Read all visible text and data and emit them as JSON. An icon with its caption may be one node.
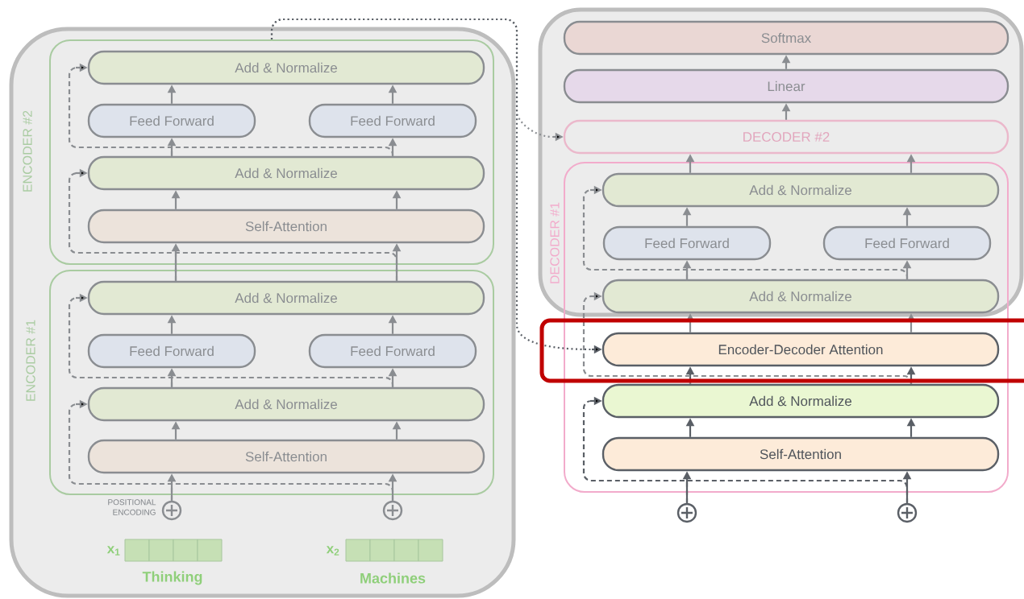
{
  "diagram": {
    "nodes": [
      {
        "text": [
          "ENCODER #2"
        ]
      },
      {
        "text": [
          "Add & Normalize"
        ],
        "in": 0
      },
      {
        "text": [
          "Feed Forward"
        ],
        "in": 0
      },
      {
        "text": [
          "Feed Forward"
        ],
        "in": 0
      },
      {
        "text": [
          "Add & Normalize"
        ],
        "in": 0
      },
      {
        "text": [
          "Self-Attention"
        ],
        "in": 0
      },
      {
        "text": [
          "ENCODER #1"
        ]
      },
      {
        "text": [
          "Add & Normalize"
        ],
        "in": 6
      },
      {
        "text": [
          "Feed Forward"
        ],
        "in": 6
      },
      {
        "text": [
          "Feed Forward"
        ],
        "in": 6
      },
      {
        "text": [
          "Add & Normalize"
        ],
        "in": 6
      },
      {
        "text": [
          "Self-Attention"
        ],
        "in": 6
      },
      {
        "text": [],
        "shape": "circle",
        "beside": [
          "POSITIONAL ENCODING"
        ]
      },
      {
        "text": [],
        "shape": "circle"
      },
      {
        "text": [
          "Softmax"
        ]
      },
      {
        "text": [
          "Linear"
        ]
      },
      {
        "text": [
          "DECODER #2"
        ]
      },
      {
        "text": [
          "DECODER #1"
        ]
      },
      {
        "text": [
          "Add & Normalize"
        ],
        "in": 17
      },
      {
        "text": [
          "Feed Forward"
        ],
        "in": 17
      },
      {
        "text": [
          "Feed Forward"
        ],
        "in": 17
      },
      {
        "text": [
          "Add & Normalize"
        ],
        "in": 17
      },
      {
        "text": [
          "Encoder-Decoder Attention"
        ],
        "in": 17
      },
      {
        "text": [
          "Add & Normalize"
        ],
        "in": 17
      },
      {
        "text": [
          "Self-Attention"
        ],
        "in": 17
      },
      {
        "text": [],
        "shape": "circle"
      },
      {
        "text": [],
        "shape": "circle"
      }
    ],
    "edges": [
      {
        "from": 12,
        "to": 11,
        "arrow": "to"
      },
      {
        "from": 13,
        "to": 11,
        "arrow": "to"
      },
      {
        "from": 11,
        "to": 10,
        "arrow": "to"
      },
      {
        "from": 11,
        "to": 10,
        "arrow": "to"
      },
      {
        "from": 10,
        "to": 8,
        "arrow": "to"
      },
      {
        "from": 10,
        "to": 9,
        "arrow": "to"
      },
      {
        "from": 8,
        "to": 7,
        "arrow": "to"
      },
      {
        "from": 9,
        "to": 7,
        "arrow": "to"
      },
      {
        "from": 7,
        "to": 5,
        "arrow": "to"
      },
      {
        "from": 7,
        "to": 5,
        "arrow": "to"
      },
      {
        "from": 5,
        "to": 4,
        "arrow": "to"
      },
      {
        "from": 5,
        "to": 4,
        "arrow": "to"
      },
      {
        "from": 4,
        "to": 2,
        "arrow": "to"
      },
      {
        "from": 4,
        "to": 3,
        "arrow": "to"
      },
      {
        "from": 2,
        "to": 1,
        "arrow": "to"
      },
      {
        "from": 3,
        "to": 1,
        "arrow": "to"
      },
      {
        "from": 25,
        "to": 24,
        "arrow": "to"
      },
      {
        "from": 26,
        "to": 24,
        "arrow": "to"
      },
      {
        "from": 24,
        "to": 23,
        "arrow": "to"
      },
      {
        "from": 24,
        "to": 23,
        "arrow": "to"
      },
      {
        "from": 23,
        "to": 22,
        "arrow": "to"
      },
      {
        "from": 23,
        "to": 22,
        "arrow": "to"
      },
      {
        "from": 22,
        "to": 21,
        "arrow": "to"
      },
      {
        "from": 22,
        "to": 21,
        "arrow": "to"
      },
      {
        "from": 21,
        "to": 19,
        "arrow": "to"
      },
      {
        "from": 21,
        "to": 20,
        "arrow": "to"
      },
      {
        "from": 19,
        "to": 18,
        "arrow": "to"
      },
      {
        "from": 20,
        "to": 18,
        "arrow": "to"
      },
      {
        "from": 18,
        "to": 16,
        "arrow": "to"
      },
      {
        "from": 18,
        "to": 16,
        "arrow": "to"
      },
      {
        "from": 16,
        "to": 15,
        "arrow": "to"
      },
      {
        "from": 15,
        "to": 14,
        "arrow": "to"
      },
      {
        "from": 12,
        "to": 10,
        "arrow": "to",
        "style": "dashed"
      },
      {
        "from": 13,
        "to": 10,
        "arrow": "to",
        "style": "dashed"
      },
      {
        "from": 10,
        "to": 7,
        "arrow": "to",
        "style": "dashed"
      },
      {
        "from": 7,
        "to": 4,
        "arrow": "to",
        "style": "dashed"
      },
      {
        "from": 4,
        "to": 1,
        "arrow": "to",
        "style": "dashed"
      },
      {
        "from": 25,
        "to": 23,
        "arrow": "to",
        "style": "dashed"
      },
      {
        "from": 26,
        "to": 23,
        "arrow": "to",
        "style": "dashed"
      },
      {
        "from": 23,
        "to": 21,
        "arrow": "to",
        "style": "dashed"
      },
      {
        "from": 21,
        "to": 18,
        "arrow": "to",
        "style": "dashed"
      },
      {
        "from": 0,
        "to": 16,
        "arrow": "to",
        "style": "dashed"
      },
      {
        "from": 0,
        "to": 22,
        "arrow": "to",
        "style": "dashed"
      }
    ],
    "labels": [
      "x$_{1}$",
      "Thinking",
      "x$_{2}$",
      "Machines"
    ]
  }
}
